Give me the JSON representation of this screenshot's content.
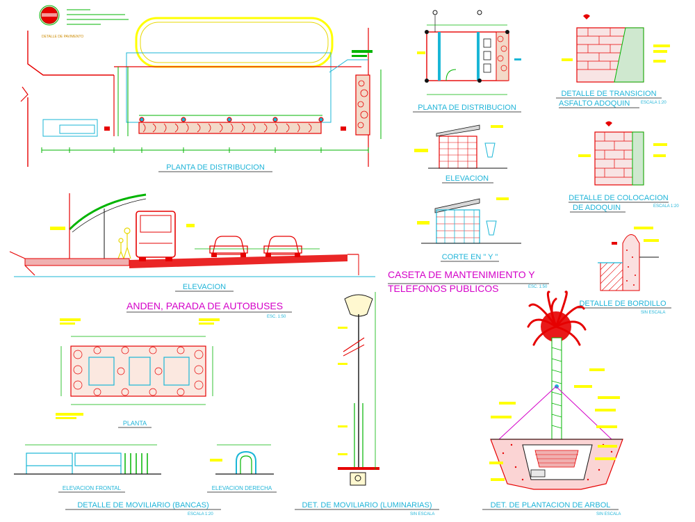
{
  "colors": {
    "red": "#e60000",
    "cyan": "#19b6d6",
    "magenta": "#d400c8",
    "green": "#00b400",
    "yellow": "#ffff00",
    "brown": "#8a3b00",
    "black": "#111111"
  },
  "stamp": {
    "note": "DETALLE DE PAVIMENTO"
  },
  "titles": {
    "planta_distribucion_main": "PLANTA DE DISTRIBUCION",
    "elevacion_main": "ELEVACION",
    "anden_parada": "ANDEN, PARADA DE AUTOBUSES",
    "anden_scale": "ESC. 1:50",
    "planta_distribucion_caseta": "PLANTA DE DISTRIBUCION",
    "elevacion_caseta": "ELEVACION",
    "corte_y": "CORTE EN \" Y \"",
    "caseta_line1": "CASETA DE MANTENIMIENTO Y",
    "caseta_line2": "TELEFONOS PUBLICOS",
    "caseta_scale": "ESC. 1:50",
    "transicion_line1": "DETALLE DE TRANSICION",
    "transicion_line2": "ASFALTO ADOQUIN",
    "transicion_scale": "ESCALA 1:20",
    "colocacion_line1": "DETALLE DE COLOCACION",
    "colocacion_line2": "DE ADOQUIN",
    "colocacion_scale": "ESCALA 1:20",
    "bordillo": "DETALLE DE BORDILLO",
    "bordillo_scale": "SIN ESCALA",
    "planta_bancas": "PLANTA",
    "elevacion_frontal": "ELEVACION FRONTAL",
    "elevacion_derecha": "ELEVACION DERECHA",
    "mobiliario_bancas": "DETALLE DE MOVILIARIO (BANCAS)",
    "mobiliario_bancas_scale": "ESCALA 1:20",
    "mobiliario_luminarias": "DET. DE MOVILIARIO (LUMINARIAS)",
    "mobiliario_luminarias_scale": "SIN ESCALA",
    "plantacion_arbol": "DET. DE PLANTACION DE ARBOL",
    "plantacion_scale": "SIN ESCALA"
  }
}
